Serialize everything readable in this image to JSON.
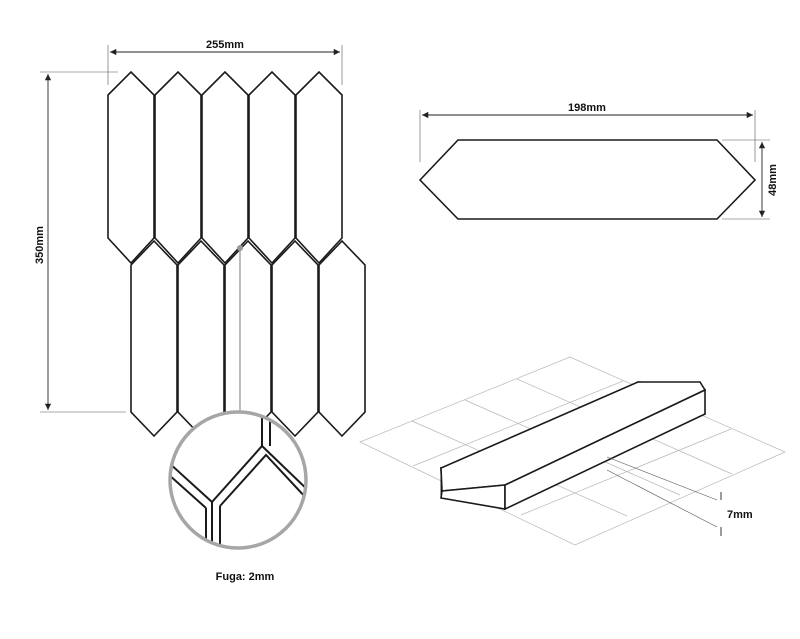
{
  "sheet": {
    "mosaic_width_label": "255mm",
    "mosaic_height_label": "350mm",
    "tile_length_label": "198mm",
    "tile_width_label": "48mm",
    "tile_thickness_label": "7mm",
    "joint_caption": "Fuga: 2mm"
  },
  "colors": {
    "stroke": "#1a1a1a",
    "magnifier_ring": "#a6a6a6",
    "grid": "#b8b8b8"
  }
}
